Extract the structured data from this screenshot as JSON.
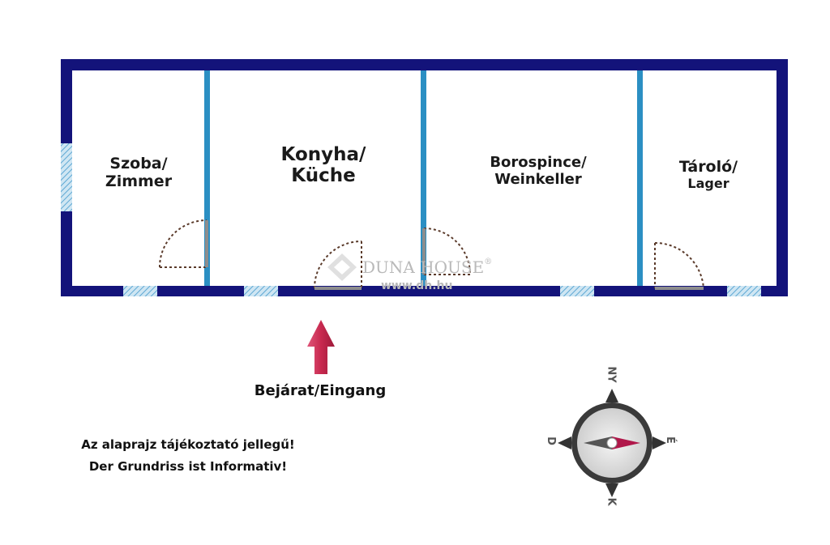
{
  "rooms": [
    {
      "line1": "Szoba/",
      "line2": "Zimmer"
    },
    {
      "line1": "Konyha/",
      "line2": "Küche"
    },
    {
      "line1": "Borospince/",
      "line2": "Weinkeller"
    },
    {
      "line1": "Tároló/",
      "line2": "Lager"
    }
  ],
  "entrance": {
    "label": "Bejárat/Eingang"
  },
  "disclaimer": {
    "line1": "Az alaprajz tájékoztató jellegű!",
    "line2": "Der Grundriss ist Informativ!"
  },
  "watermark": {
    "brand": "DUNA HOUSE",
    "registered": "®",
    "url": "www.dh.hu"
  },
  "compass": {
    "north": "NY",
    "east": "É",
    "south": "K",
    "west": "D"
  },
  "colors": {
    "outer_wall": "#13137a",
    "inner_wall": "#2b8fc3",
    "door_swing": "#5a3a2a",
    "entrance_arrow": "#c8294f",
    "compass_pointer": "#b0174a"
  }
}
